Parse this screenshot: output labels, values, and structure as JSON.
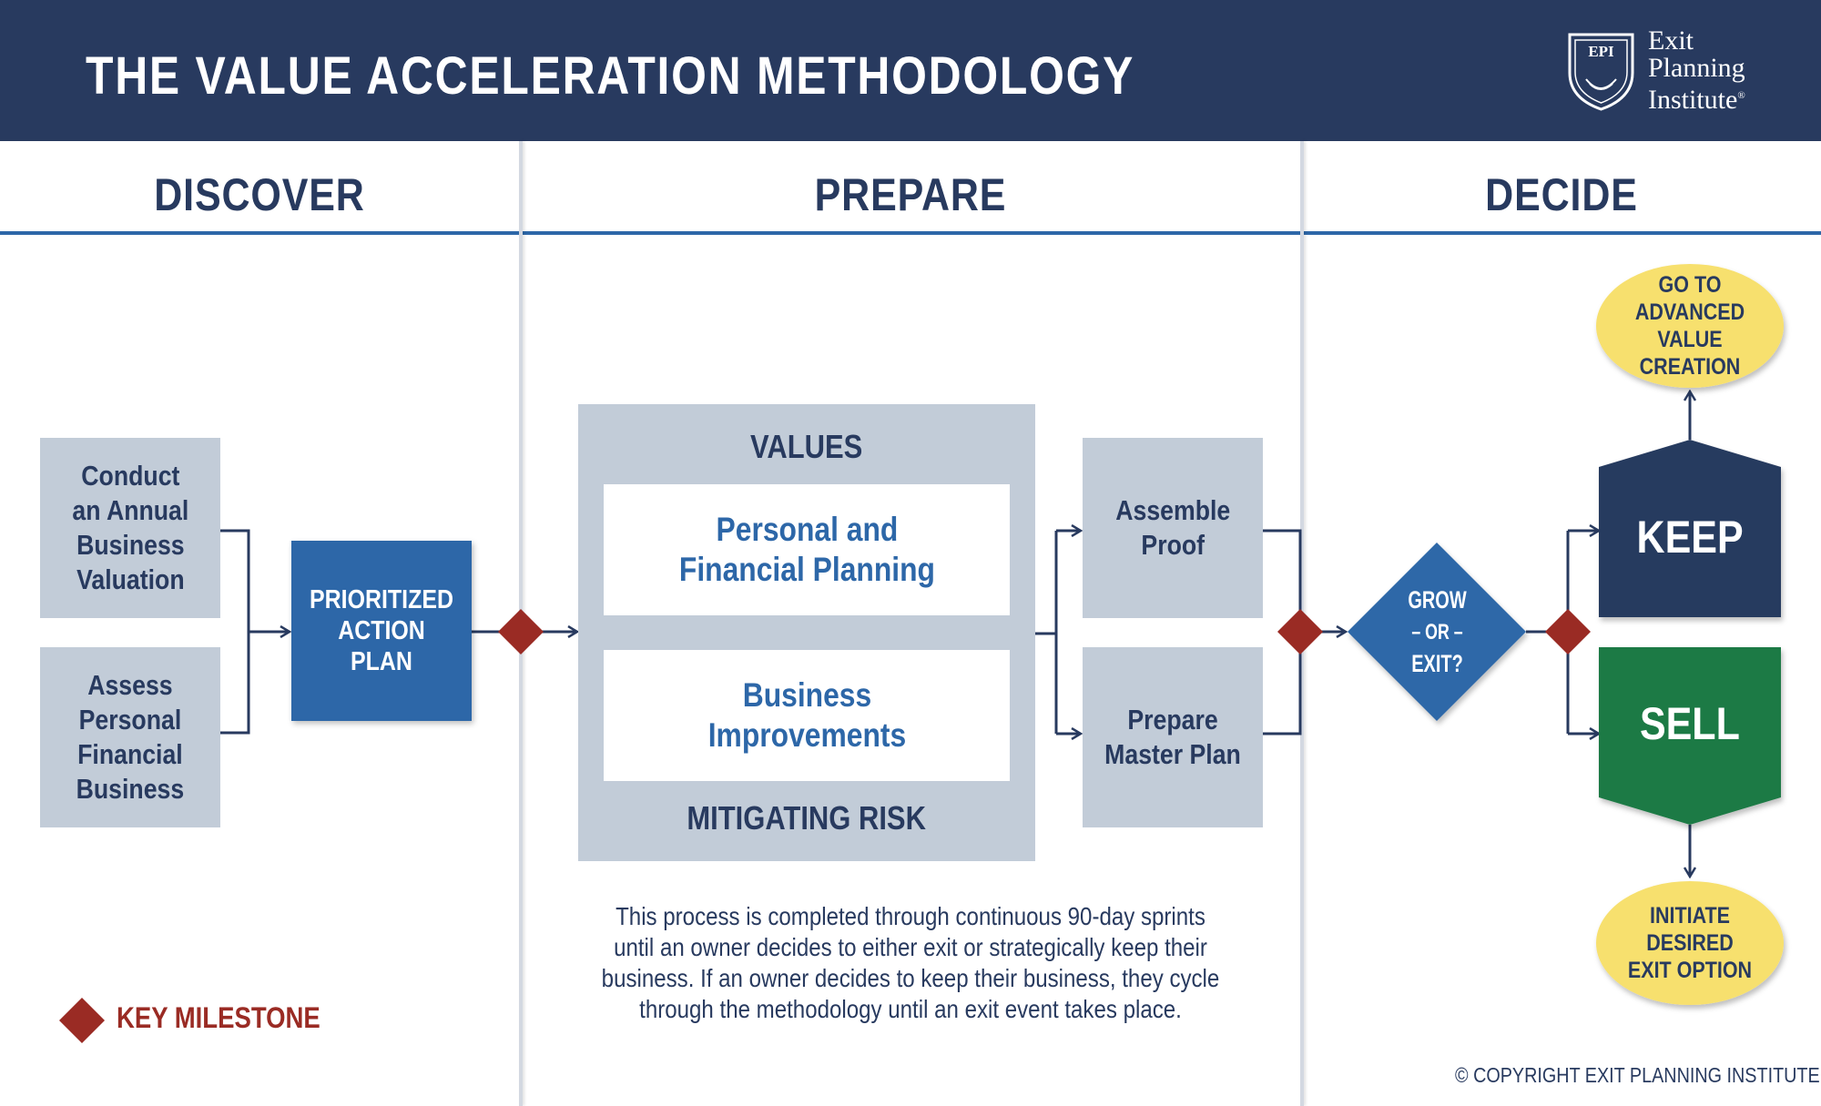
{
  "header": {
    "title": "THE VALUE ACCELERATION METHODOLOGY",
    "logo": {
      "badge": "EPI",
      "line1": "Exit",
      "line2": "Planning",
      "line3": "Institute",
      "mark": "®"
    }
  },
  "phases": {
    "discover": "DISCOVER",
    "prepare": "PREPARE",
    "decide": "DECIDE"
  },
  "discover": {
    "box1": "Conduct\nan Annual\nBusiness\nValuation",
    "box2": "Assess\nPersonal\nFinancial\nBusiness",
    "action_plan": "PRIORITIZED\nACTION PLAN"
  },
  "prepare": {
    "top_label": "VALUES",
    "bottom_label": "MITIGATING RISK",
    "card1": "Personal and\nFinancial Planning",
    "card2": "Business\nImprovements",
    "assemble": "Assemble\nProof",
    "master_plan": "Prepare\nMaster Plan",
    "note": "This process is completed through continuous 90-day sprints until an owner decides to either exit or strategically keep their business. If an owner decides to keep their business, they cycle through the methodology until an exit event takes place."
  },
  "decide": {
    "grow_line1": "GROW",
    "grow_line2": "– OR –",
    "grow_line3": "EXIT?",
    "keep": "KEEP",
    "sell": "SELL",
    "advanced": "GO TO ADVANCED\nVALUE CREATION",
    "initiate": "INITIATE DESIRED\nEXIT OPTION"
  },
  "legend": {
    "label": "KEY MILESTONE"
  },
  "copyright": "© COPYRIGHT EXIT PLANNING INSTITUTE",
  "colors": {
    "navy": "#283a5f",
    "blue": "#2d67a8",
    "gray": "#c2ccd8",
    "milestone": "#9a2b24",
    "sell_green": "#1f7a45",
    "oval_yellow": "#f7e06e"
  }
}
